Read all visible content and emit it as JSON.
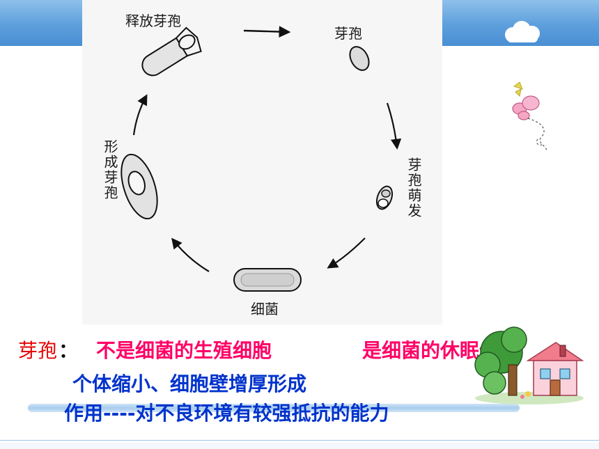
{
  "diagram": {
    "stages": {
      "release": "释放芽孢",
      "spore": "芽孢",
      "germinate": "芽孢萌发",
      "bacterium": "细菌",
      "form": "形成芽孢"
    }
  },
  "text": {
    "term": "芽孢",
    "colon": "：",
    "def_not": "不是细菌的生殖细胞",
    "def_is": "是细菌的休眠体",
    "line2": "个体缩小、细胞壁增厚形成",
    "line3": "作用----对不良环境有较强抵抗的能力"
  },
  "colors": {
    "term": "#e60000",
    "definition": "#ff0066",
    "body": "#0033cc",
    "banner": "#5d9fdc"
  }
}
